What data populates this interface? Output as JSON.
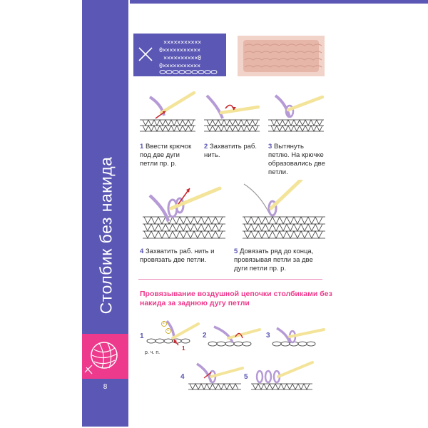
{
  "sidebar": {
    "title": "Столбик без накида",
    "page_number": "8",
    "icon": "yarn-ball-icon"
  },
  "header": {
    "scheme_rows": [
      "×××××××××××",
      "0×××××××××××",
      "××××××××××0",
      "0×××××××××××"
    ],
    "scheme_symbol": "×"
  },
  "steps": [
    {
      "num": "1",
      "text": "Ввести крючок под две дуги петли пр. р."
    },
    {
      "num": "2",
      "text": "Захватить раб. нить."
    },
    {
      "num": "3",
      "text": "Вытянуть петлю. На крючке образовались две петли."
    },
    {
      "num": "4",
      "text": "Захватить раб. нить и провязать две петли."
    },
    {
      "num": "5",
      "text": "Довязать ряд до конца, провязывая петли за две дуги петли пр. р."
    }
  ],
  "section2": {
    "title": "Провязывание воздушной цепочки столбиками без накида за заднюю дугу петли",
    "label_rch": "р. ч. п.",
    "mini_steps": [
      "1",
      "2",
      "3",
      "4",
      "5"
    ],
    "circled": [
      "2",
      "1"
    ],
    "arrow_num": "1"
  },
  "colors": {
    "purple": "#5b57b4",
    "pink": "#ee3a8c",
    "hook": "#f3e49a",
    "yarn": "#b59ad6",
    "arrow": "#c8262c"
  }
}
